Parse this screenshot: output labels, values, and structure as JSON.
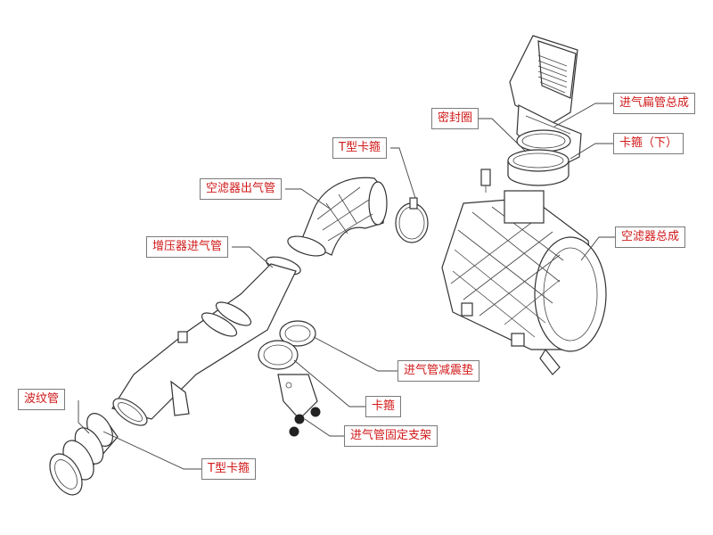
{
  "labels": {
    "intake_flat_pipe_assembly": "进气扁管总成",
    "seal_ring": "密封圈",
    "clamp_lower": "卡箍（下）",
    "t_clamp_top": "T型卡箍",
    "air_filter_outlet_pipe": "空滤器出气管",
    "air_filter_assembly": "空滤器总成",
    "turbo_intake_pipe": "增压器进气管",
    "intake_pipe_damping_pad": "进气管减震垫",
    "clamp": "卡箍",
    "corrugated_pipe": "波纹管",
    "intake_pipe_bracket": "进气管固定支架",
    "t_clamp_bottom": "T型卡箍"
  },
  "colors": {
    "label_text": "#d11a1a",
    "label_border": "#7a7a7a",
    "line": "#333333"
  }
}
